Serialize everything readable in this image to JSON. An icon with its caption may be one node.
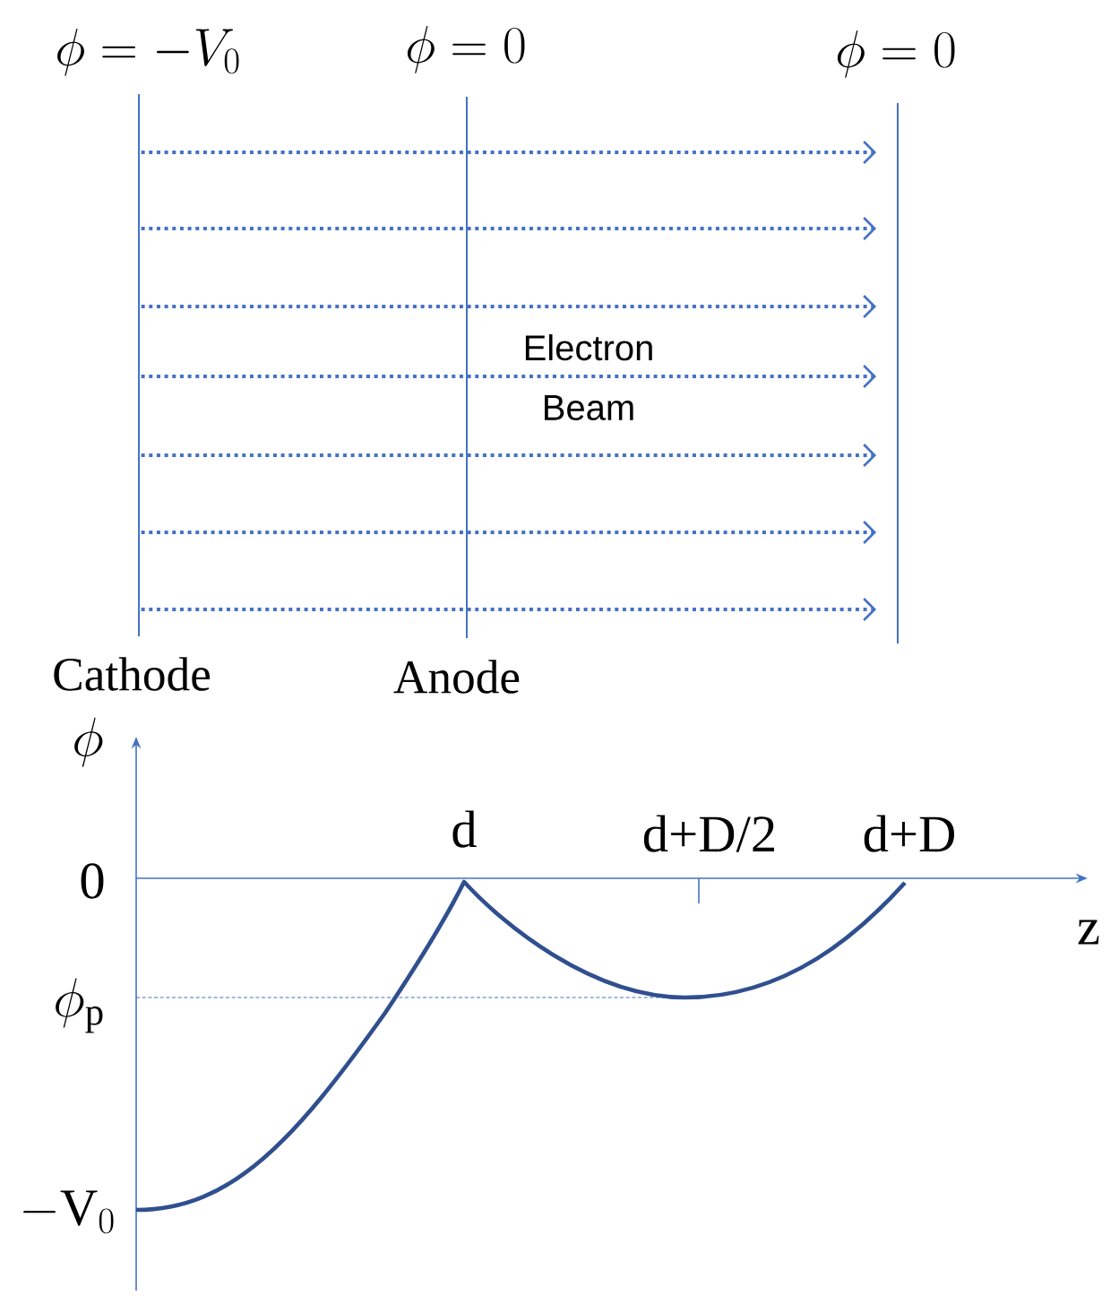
{
  "diagram": {
    "nodes": [
      {
        "text": [
          "\\phi = -V_0",
          "Cathode"
        ]
      },
      {
        "text": [
          "\\phi = 0",
          "Anode"
        ]
      },
      {
        "text": [
          "\\phi = 0"
        ]
      }
    ],
    "edges": [
      {
        "from": 0,
        "to": 2,
        "arrow": "to",
        "style": "dashed"
      },
      {
        "from": 0,
        "to": 2,
        "arrow": "to",
        "style": "dashed"
      },
      {
        "from": 0,
        "to": 2,
        "arrow": "to",
        "style": "dashed"
      },
      {
        "from": 0,
        "to": 2,
        "arrow": "to",
        "style": "dashed"
      },
      {
        "from": 0,
        "to": 2,
        "arrow": "to",
        "style": "dashed"
      },
      {
        "from": 0,
        "to": 2,
        "arrow": "to",
        "style": "dashed"
      },
      {
        "from": 0,
        "to": 2,
        "arrow": "to",
        "style": "dashed"
      }
    ],
    "labels": [
      "Electron Beam",
      "\\phi",
      "d",
      "d+D/2",
      "d+D",
      "0",
      "z",
      "\\phi_{\\mathrm{p}}",
      "-\\mathrm{V}_0"
    ]
  }
}
